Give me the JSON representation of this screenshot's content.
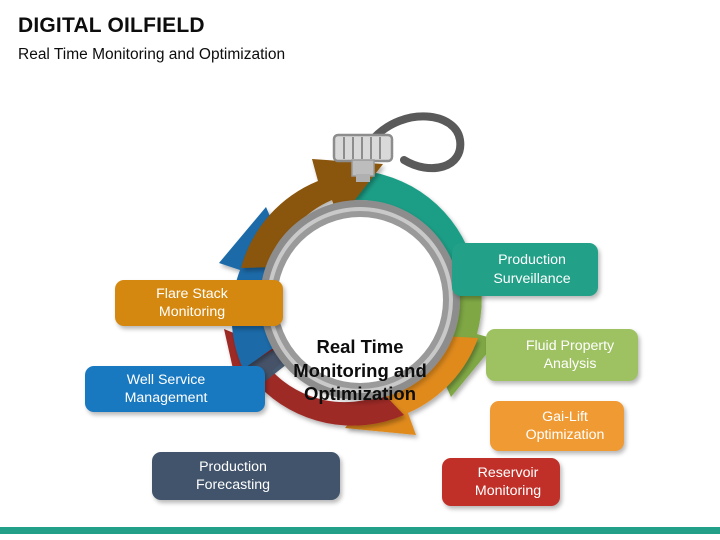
{
  "header": {
    "title": "DIGITAL OILFIELD",
    "subtitle": "Real Time Monitoring and Optimization"
  },
  "hub": {
    "label": "Real Time\nMonitoring and\nOptimization"
  },
  "diagram": {
    "type": "cycle-diagram",
    "center_icon": "stopwatch-icon",
    "segments": [
      {
        "id": "production-surveillance",
        "label": "Production\nSurveillance",
        "color": "#22a088",
        "side": "right",
        "order": 1
      },
      {
        "id": "fluid-property-analysis",
        "label": "Fluid Property\nAnalysis",
        "color": "#9ec262",
        "side": "right",
        "order": 2
      },
      {
        "id": "gas-lift-optimization",
        "label": "Gai-Lift\nOptimization",
        "color": "#f09a33",
        "side": "right",
        "order": 3
      },
      {
        "id": "reservoir-monitoring",
        "label": "Reservoir\nMonitoring",
        "color": "#c03028",
        "side": "right",
        "order": 4
      },
      {
        "id": "production-forecasting",
        "label": "Production\nForecasting",
        "color": "#41546b",
        "side": "left",
        "order": 5
      },
      {
        "id": "well-service-management",
        "label": "Well Service\nManagement",
        "color": "#1878c0",
        "side": "left",
        "order": 6
      },
      {
        "id": "flare-stack-monitoring",
        "label": "Flare Stack\nMonitoring",
        "color": "#d4880f",
        "side": "left",
        "order": 7
      }
    ],
    "ring_arrow_colors": {
      "teal": "#1a9e86",
      "green": "#7fa845",
      "orange": "#e08a1e",
      "dark_red": "#9e2a26",
      "slate": "#41546b",
      "blue": "#1a6aa8",
      "brown": "#8a5408"
    },
    "bezel_colors": {
      "outer": "#8d8d8d",
      "highlight": "#cfcfcf",
      "face": "#ffffff"
    }
  },
  "accent": {
    "bottom_bar_color": "#22a088"
  }
}
